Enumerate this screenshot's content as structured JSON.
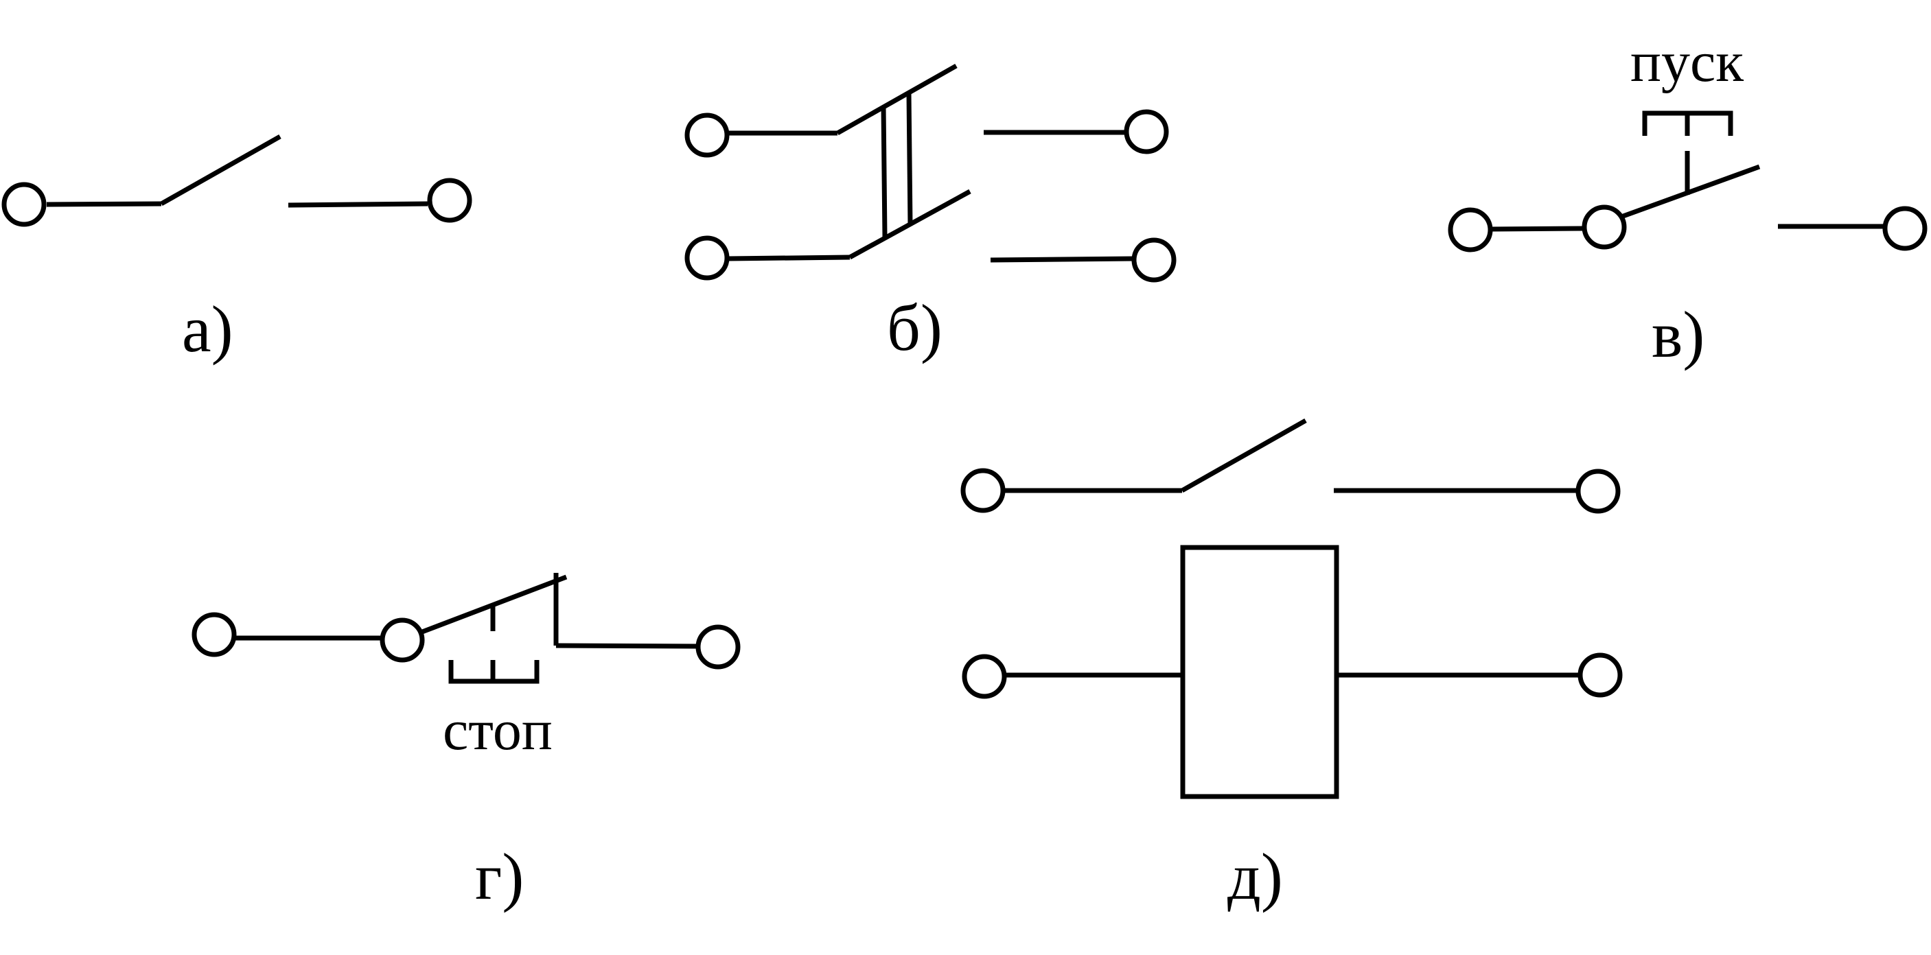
{
  "figures": {
    "a": {
      "caption": "а)"
    },
    "b": {
      "caption": "б)"
    },
    "v": {
      "caption": "в)",
      "button_label": "пуск"
    },
    "g": {
      "caption": "г)",
      "button_label": "стоп"
    },
    "d": {
      "caption": "д)"
    }
  }
}
